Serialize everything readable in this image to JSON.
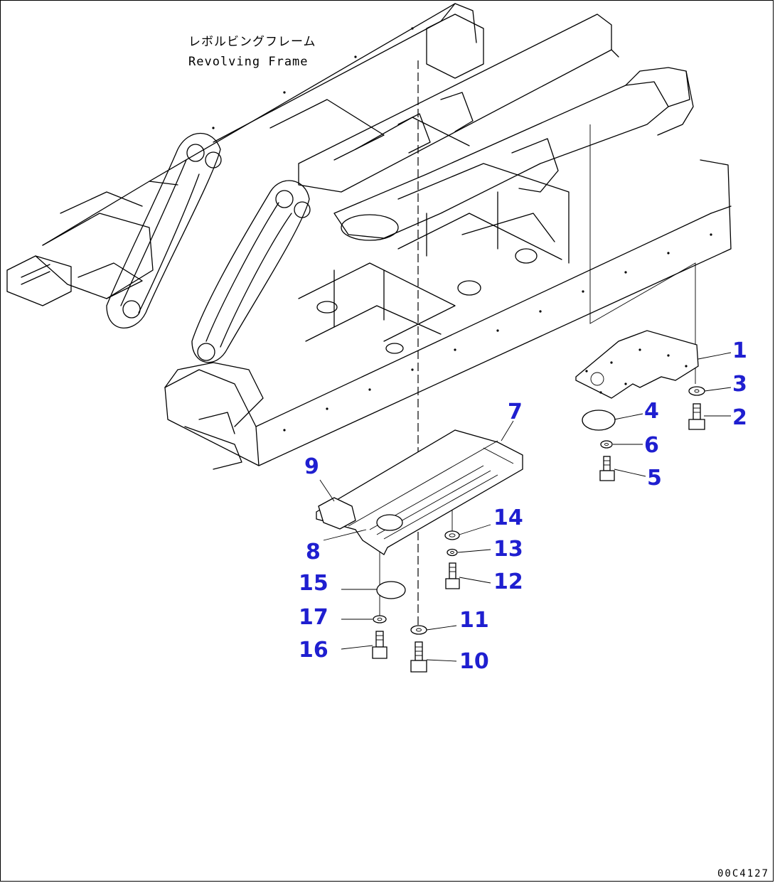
{
  "title_jp": "レボルビングフレーム",
  "title_en": "Revolving Frame",
  "drawing_code": "00C4127",
  "callouts": [
    {
      "label": "1"
    },
    {
      "label": "2"
    },
    {
      "label": "3"
    },
    {
      "label": "4"
    },
    {
      "label": "5"
    },
    {
      "label": "6"
    },
    {
      "label": "7"
    },
    {
      "label": "8"
    },
    {
      "label": "9"
    },
    {
      "label": "10"
    },
    {
      "label": "11"
    },
    {
      "label": "12"
    },
    {
      "label": "13"
    },
    {
      "label": "14"
    },
    {
      "label": "15"
    },
    {
      "label": "16"
    },
    {
      "label": "17"
    }
  ],
  "colors": {
    "callout": "#1f1fd0",
    "line": "#000000",
    "background": "#ffffff"
  }
}
